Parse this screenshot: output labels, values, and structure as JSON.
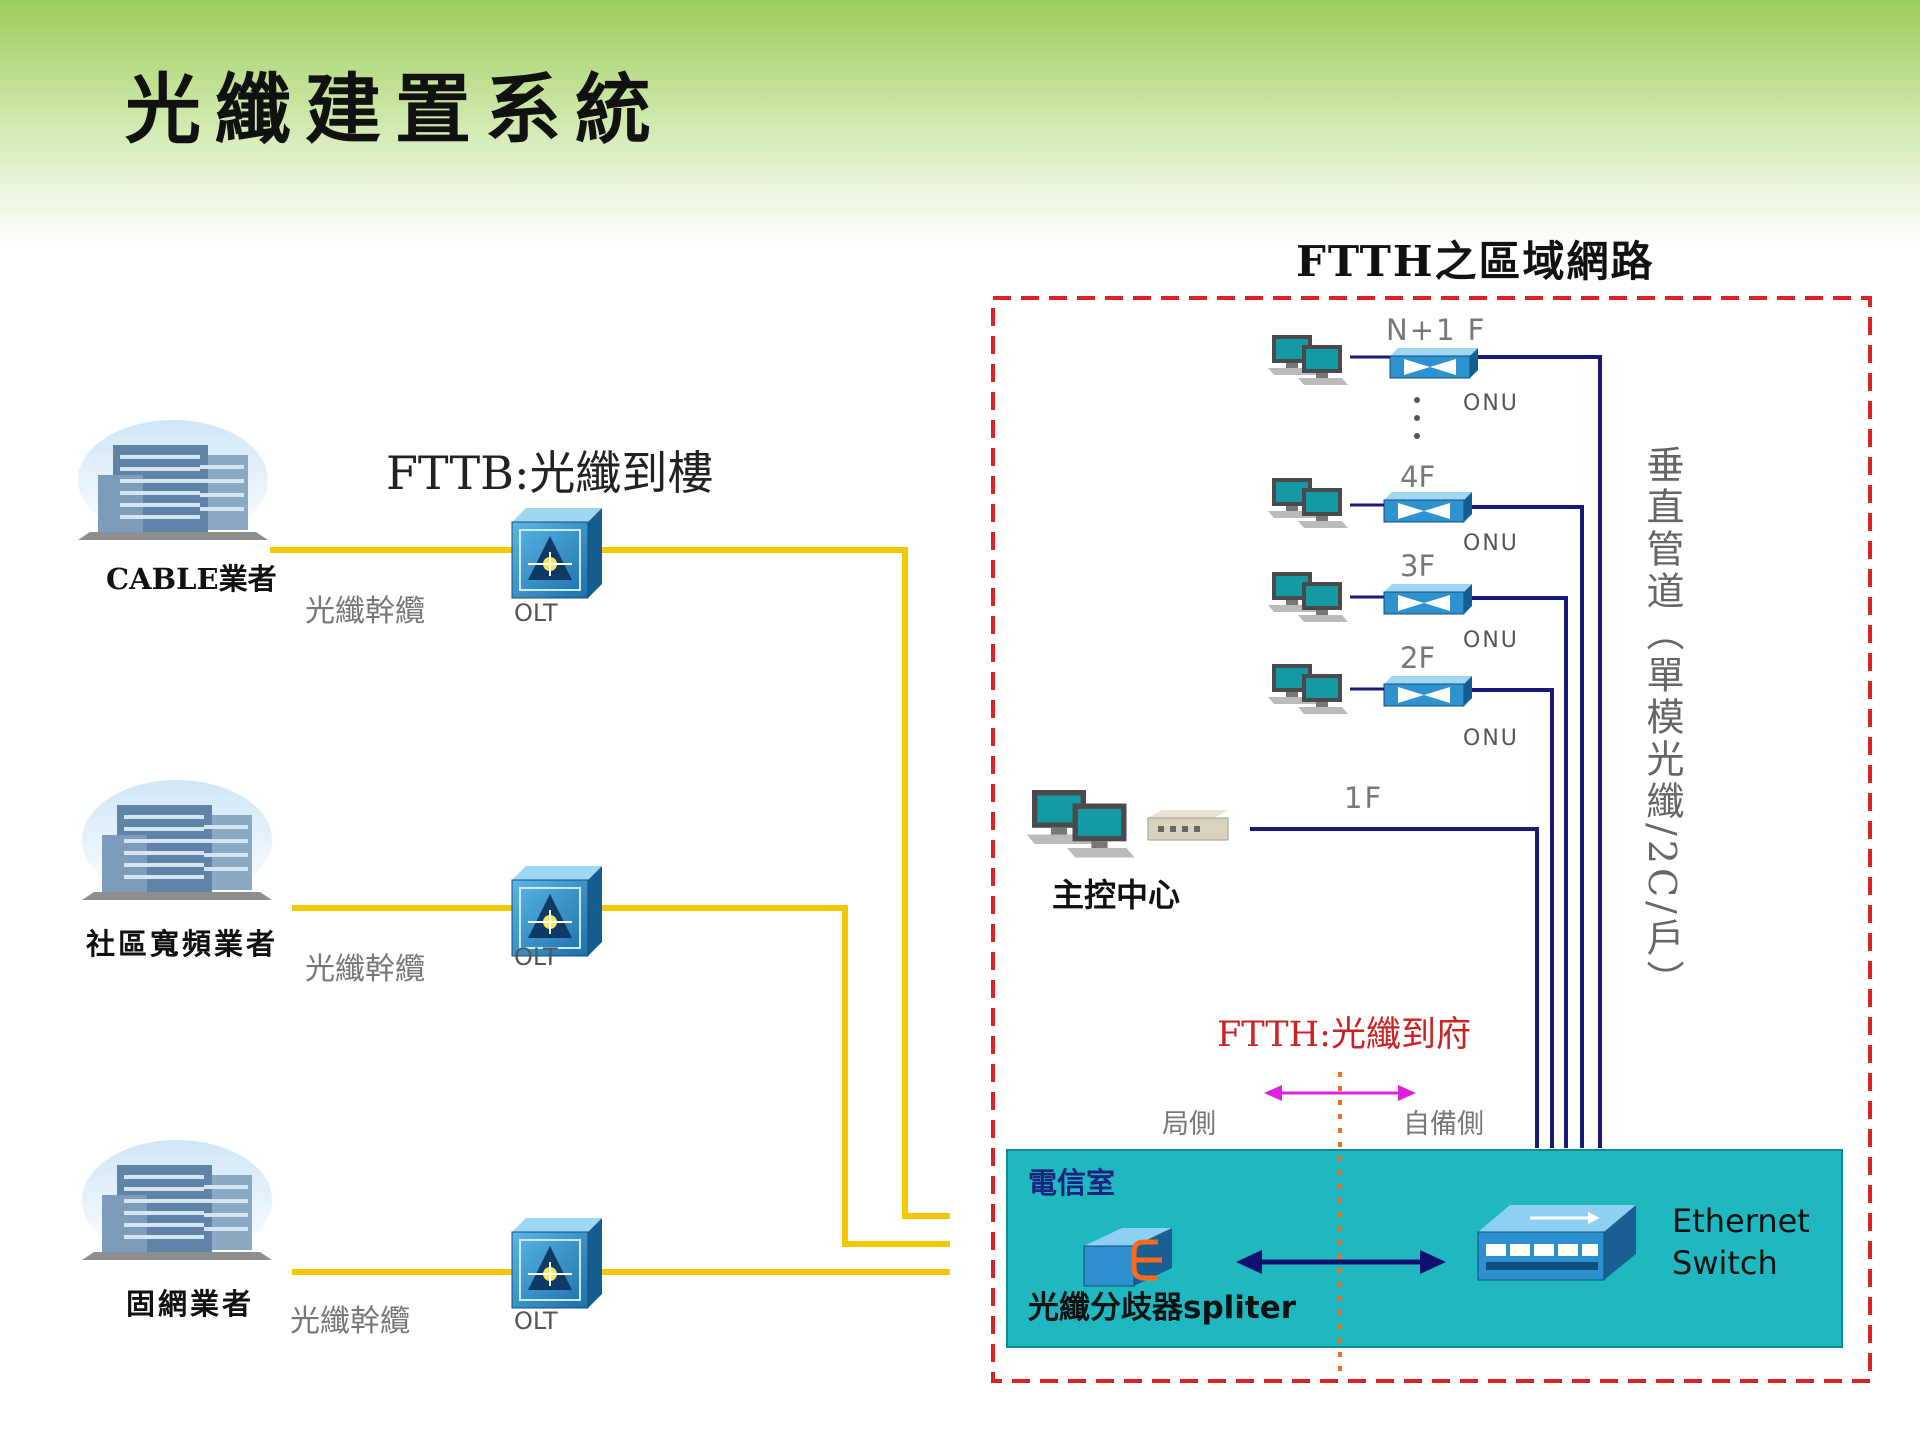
{
  "header": {
    "title": "光纖建置系統",
    "gradient_top": "#9ccc5c"
  },
  "providers": [
    {
      "name": "CABLE業者",
      "fiber_label": "光纖幹纜",
      "device": "OLT"
    },
    {
      "name": "社區寬頻業者",
      "fiber_label": "光纖幹纜",
      "device": "OLT"
    },
    {
      "name": "固網業者",
      "fiber_label": "光纖幹纜",
      "device": "OLT"
    }
  ],
  "fttb_label": "FTTB:光纖到樓",
  "ftth_region": {
    "title": "FTTH之區域網路",
    "border_color": "#dd2222",
    "floors": [
      {
        "floor": "N+1 F",
        "device": "ONU"
      },
      {
        "floor": "4F",
        "device": "ONU"
      },
      {
        "floor": "3F",
        "device": "ONU"
      },
      {
        "floor": "2F",
        "device": "ONU"
      }
    ],
    "floor_1": "1F",
    "control_center": "主控中心",
    "riser_label": "垂直管道（單模光纖/2C/戶）",
    "ftth_label": "FTTH:光纖到府",
    "office_side": "局側",
    "customer_side": "自備側",
    "telecom_room": {
      "label": "電信室",
      "splitter": "光纖分歧器spliter",
      "switch": "Ethernet Switch",
      "color": "#1fb8c1"
    }
  },
  "colors": {
    "fiber_trunk": "#f5c800",
    "riser_lines": "#1a1a7a",
    "ftth_label": "#cc2222",
    "divider_arrow": "#e020e0",
    "divider_line": "#f07020"
  },
  "icons": [
    "building-icon",
    "olt-icon",
    "computer-icon",
    "onu-icon",
    "router-icon",
    "splitter-icon",
    "ethernet-switch-icon"
  ]
}
